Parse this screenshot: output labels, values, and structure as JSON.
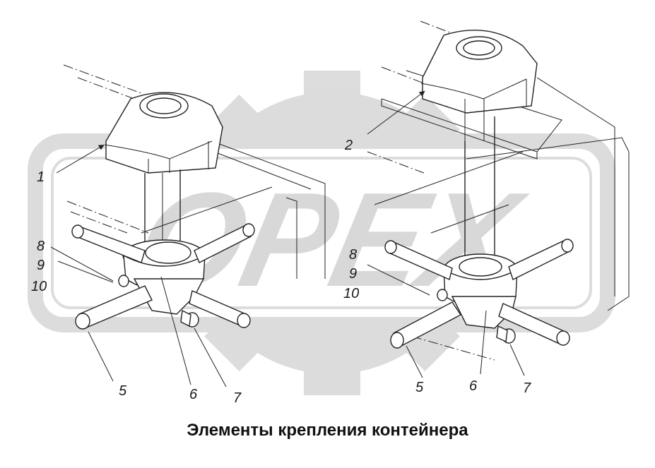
{
  "caption": "Элементы крепления контейнера",
  "watermark": {
    "text": "ОРЕХ",
    "color": "#d4d4d4"
  },
  "callouts": {
    "left": {
      "c1": "1",
      "c8": "8",
      "c9": "9",
      "c10": "10",
      "c5": "5",
      "c6": "6",
      "c7": "7"
    },
    "right": {
      "c2": "2",
      "c8": "8",
      "c9": "9",
      "c10": "10",
      "c5": "5",
      "c6": "6",
      "c7": "7"
    }
  }
}
